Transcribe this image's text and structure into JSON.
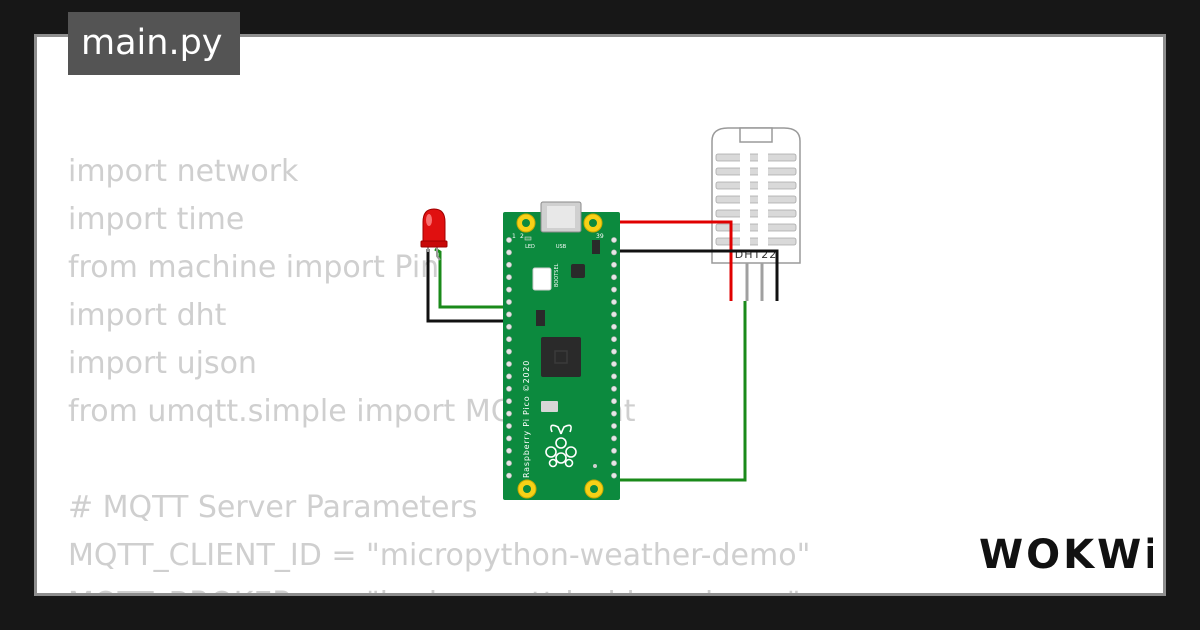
{
  "file_tab": {
    "label": "main.py"
  },
  "code_lines": [
    "import network",
    "import time",
    "from machine import Pin",
    "import dht",
    "import ujson",
    "from umqtt.simple import MQTTClient",
    "",
    "# MQTT Server Parameters",
    "MQTT_CLIENT_ID = \"micropython-weather-demo\"",
    "MQTT_BROKER    = \"broker.mqttdashboard.com\""
  ],
  "board": {
    "led_label": "LED",
    "usb_label": "USB",
    "bootsel_label": "BOOTSEL",
    "name_label": "Raspberry Pi Pico ©2020",
    "pin_1": "1",
    "pin_2": "2",
    "pin_39": "39"
  },
  "sensor": {
    "label": "DHT22"
  },
  "brand": {
    "logo": "WOKWi"
  },
  "colors": {
    "background": "#171717",
    "card": "#ffffff",
    "tab": "#545454",
    "board_green": "#0c8a3e",
    "wire_red": "#e00000",
    "wire_green": "#1a8a1a",
    "wire_black": "#111111",
    "led_red": "#e01010"
  }
}
